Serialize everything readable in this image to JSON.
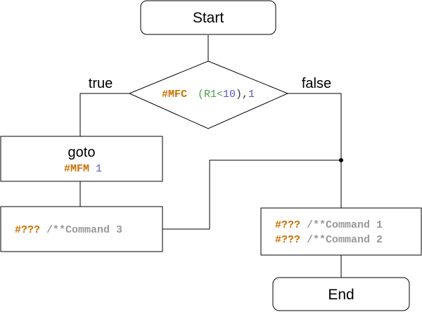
{
  "start": {
    "label": "Start"
  },
  "end": {
    "label": "End"
  },
  "decision": {
    "keyword": "#MFC",
    "open_paren": "(",
    "condition": "R1<",
    "limit": "10",
    "close_paren": "),",
    "arg": "1",
    "true_label": "true",
    "false_label": "false"
  },
  "goto_box": {
    "label": "goto",
    "keyword": "#MFM",
    "arg": "1"
  },
  "left_box": {
    "keyword": "#???",
    "comment": "/**Command 3"
  },
  "right_box": {
    "line1_keyword": "#???",
    "line1_comment": "/**Command 1",
    "line2_keyword": "#???",
    "line2_comment": "/**Command 2"
  },
  "colors": {
    "keyword": "#c87000",
    "comment": "#999999",
    "number": "#5555cc",
    "condition": "#4aa04a"
  }
}
